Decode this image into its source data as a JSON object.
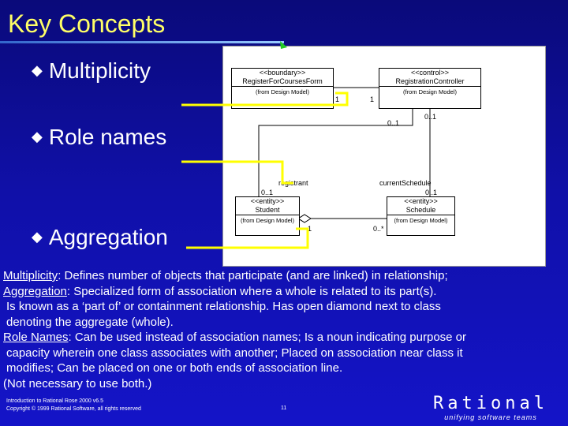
{
  "title": "Key Concepts",
  "bullets": [
    {
      "text": "Multiplicity"
    },
    {
      "text": "Role names"
    },
    {
      "text": "Aggregation"
    }
  ],
  "diagram": {
    "classes": [
      {
        "stereotype": "<<boundary>>",
        "name": "RegisterForCoursesForm",
        "note": "(from Design Model)"
      },
      {
        "stereotype": "<<control>>",
        "name": "RegistrationController",
        "note": "(from Design Model)"
      },
      {
        "stereotype": "<<entity>>",
        "name": "Student",
        "note": "(from Design Model)"
      },
      {
        "stereotype": "<<entity>>",
        "name": "Schedule",
        "note": "(from Design Model)"
      }
    ],
    "labels": {
      "m1": "1",
      "m2": "1",
      "m3": "0..1",
      "m4": "0..1",
      "role1": "registrant",
      "m5": "0..1",
      "role2": "currentSchedule",
      "m6": "0..1",
      "m7": "1",
      "m8": "0..*"
    }
  },
  "body": {
    "multiplicity_term": "Multiplicity",
    "multiplicity_text": ": Defines number of objects that participate (and are linked) in relationship;",
    "aggregation_term": "Aggregation",
    "aggregation_text": ": Specialized form of association where a whole is related to its part(s).",
    "aggregation_line2": "Is known as a ‘part of’ or containment relationship.  Has open diamond next to class",
    "aggregation_line3": "denoting the aggregate (whole).",
    "role_term": "Role Names",
    "role_text": ": Can be used instead of association names;  Is a noun indicating purpose or",
    "role_line2": "capacity wherein one class associates with another;  Placed on association near class it",
    "role_line3": "modifies;  Can be placed on one or both ends of association line.",
    "note_line": "(Not necessary to use both.)"
  },
  "footer": {
    "course": "Introduction to Rational Rose 2000 v6.5",
    "copyright": "Copyright © 1999 Rational Software, all rights reserved",
    "page": "11"
  },
  "logo": {
    "name": "Rational",
    "tagline": "unifying software teams"
  },
  "colors": {
    "title": "#ffff66",
    "background": "#1010a8",
    "connector": "#ffff00"
  }
}
